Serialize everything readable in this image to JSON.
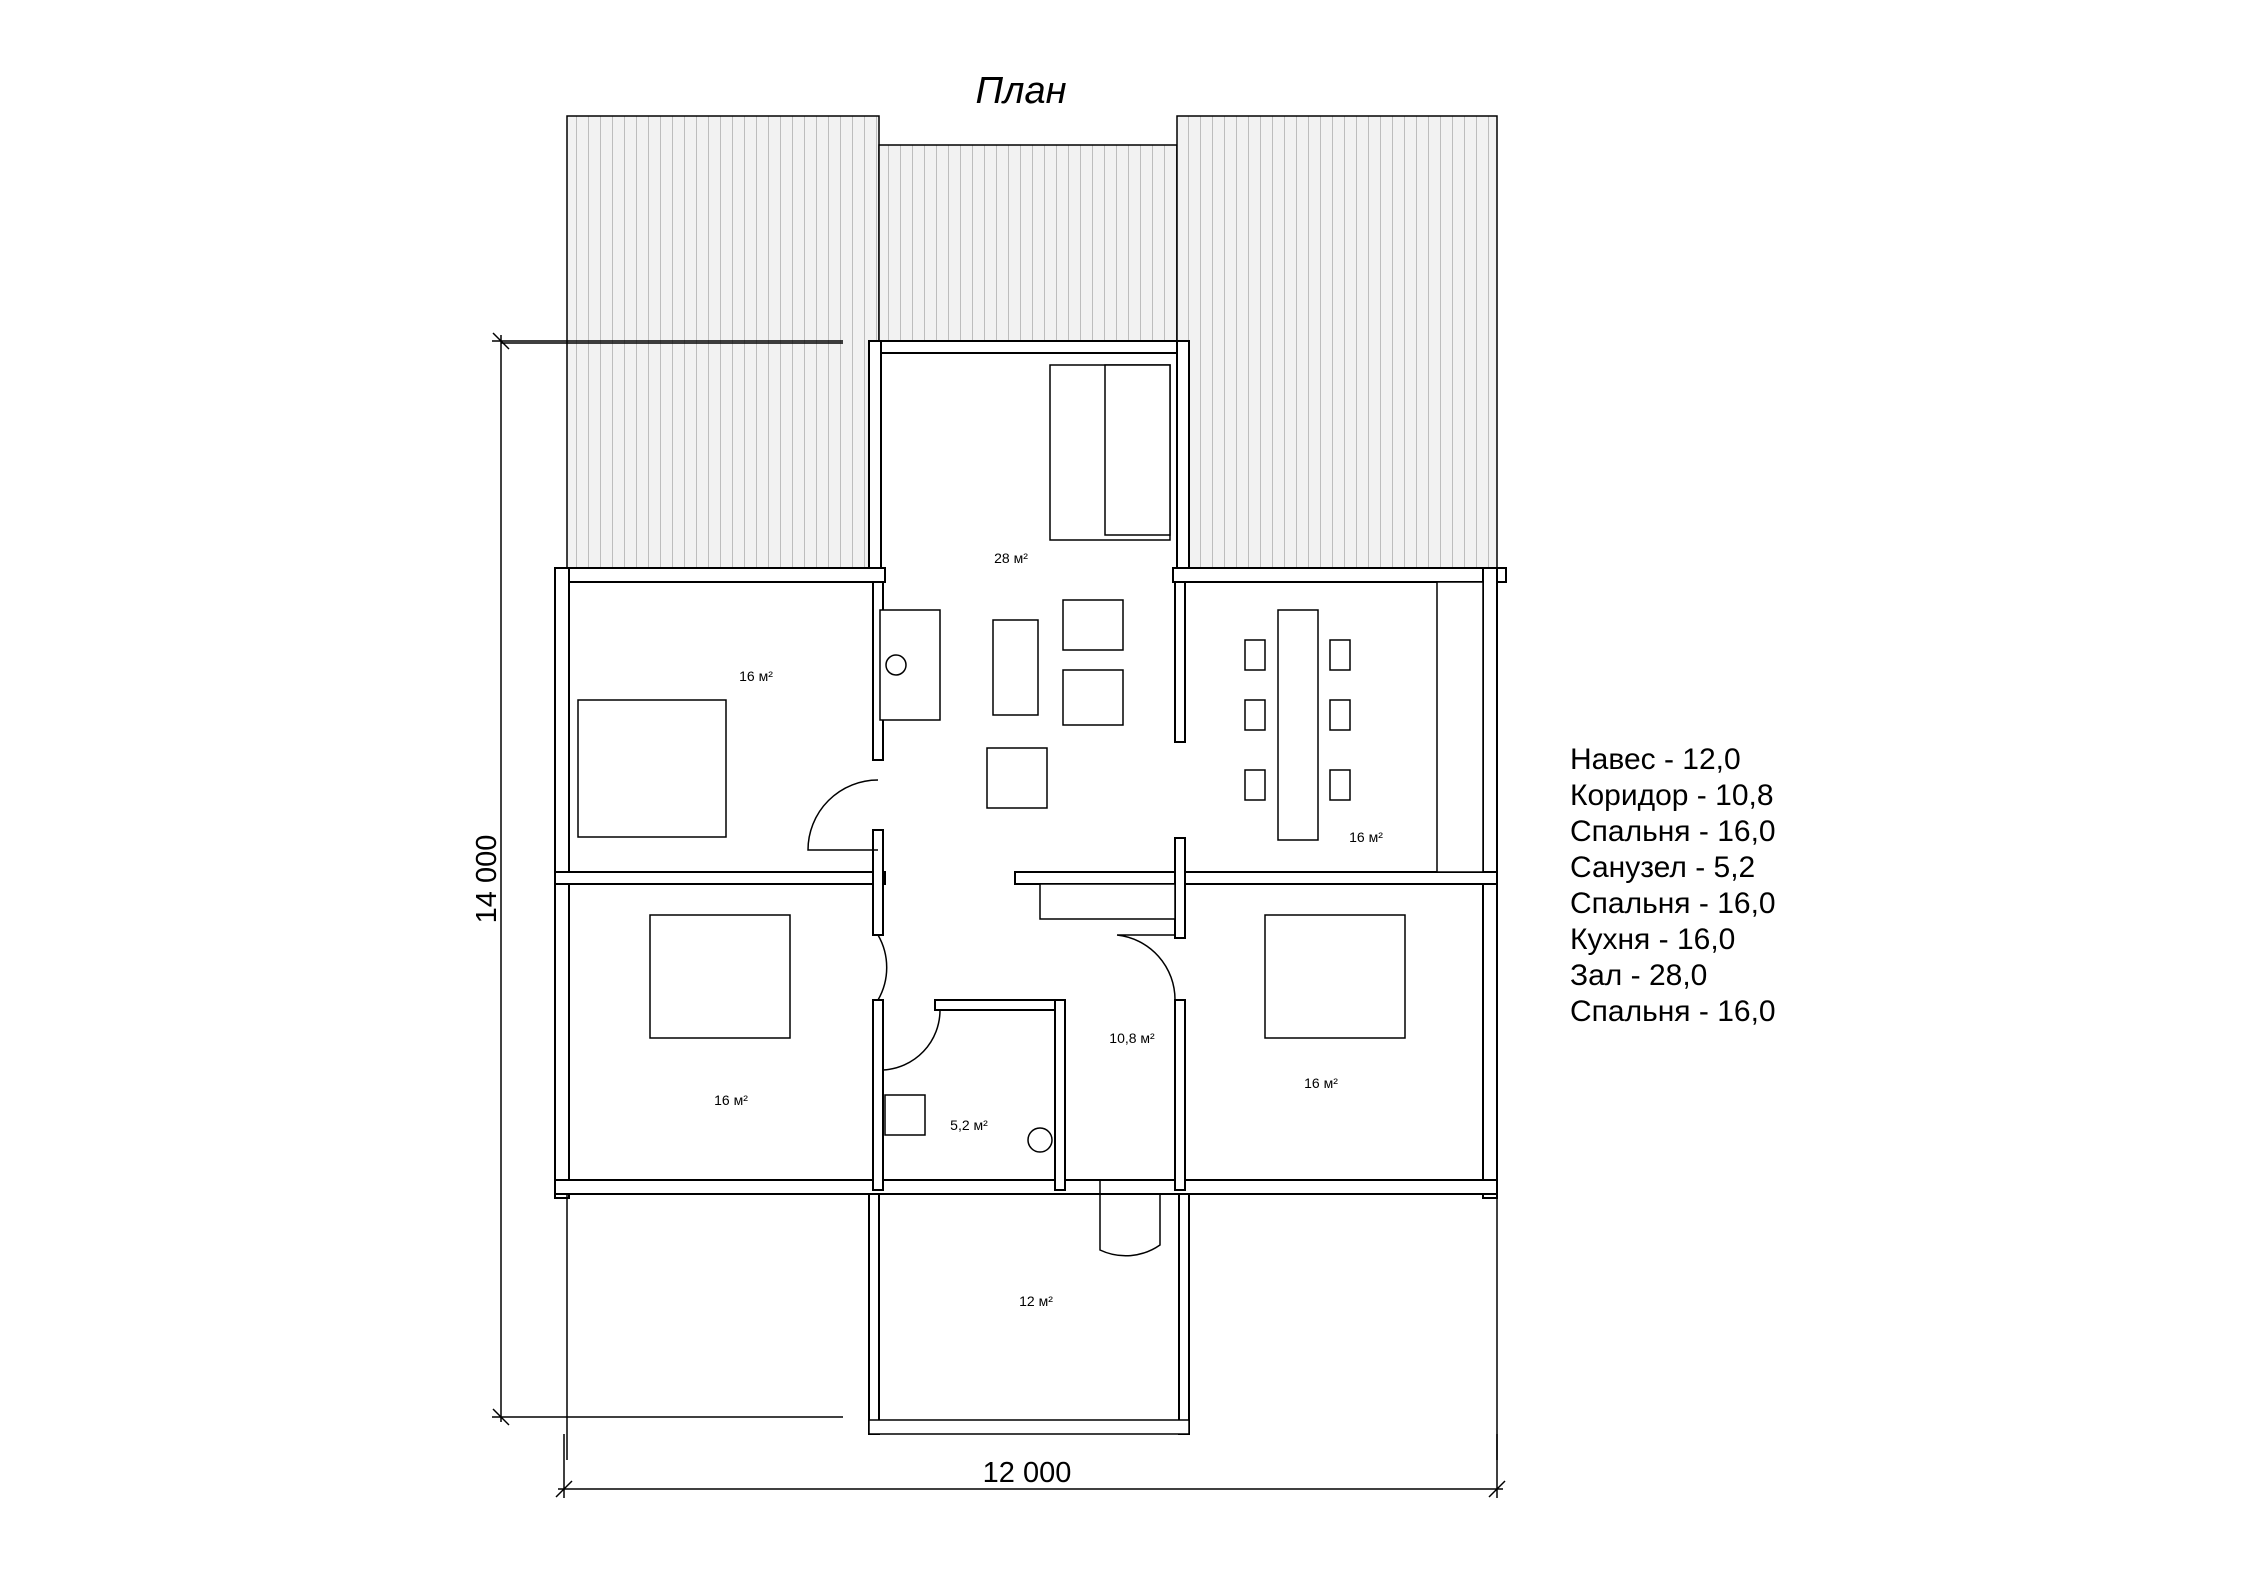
{
  "title": "План",
  "dimensions": {
    "height": "14 000",
    "width": "12 000"
  },
  "rooms": {
    "hall": "28 м²",
    "bedroom_top_left": "16 м²",
    "kitchen": "16 м²",
    "bedroom_bottom_left": "16 м²",
    "corridor": "10,8 м²",
    "bedroom_bottom_right": "16 м²",
    "bathroom": "5,2 м²",
    "porch": "12 м²"
  },
  "legend": [
    "Навес - 12,0",
    "Коридор - 10,8",
    "Спальня - 16,0",
    "Санузел - 5,2",
    "Спальня - 16,0",
    "Кухня - 16,0",
    "Зал - 28,0",
    "Спальня - 16,0"
  ]
}
